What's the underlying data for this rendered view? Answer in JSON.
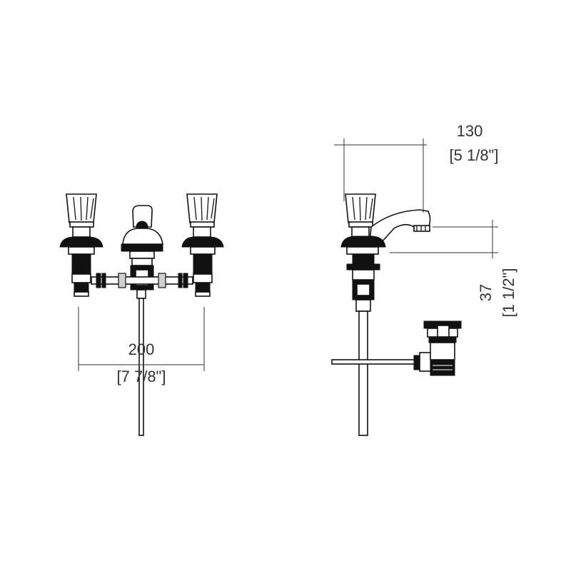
{
  "front_view": {
    "width_dimension": {
      "value": "200",
      "imperial": "[7 7/8\"]"
    }
  },
  "side_view": {
    "spout_reach_dimension": {
      "value": "130",
      "imperial": "[5 1/8\"]"
    },
    "spout_height_dimension": {
      "value": "37",
      "imperial": "[1 1/2\"]"
    }
  }
}
